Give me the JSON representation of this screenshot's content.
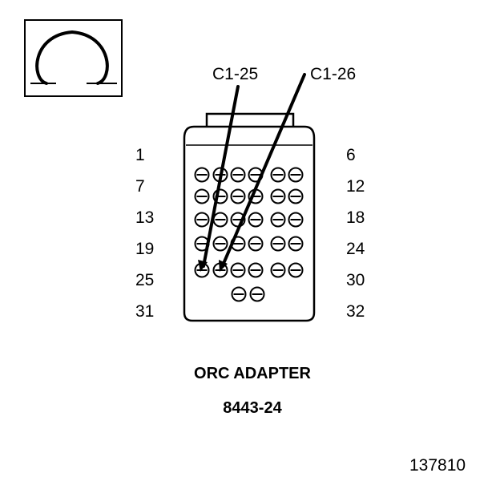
{
  "meter": {
    "symbol": "Ω",
    "name": "ohmmeter-icon"
  },
  "callouts": {
    "left": "C1-25",
    "right": "C1-26"
  },
  "pin_labels_left": [
    "1",
    "7",
    "13",
    "19",
    "25",
    "31"
  ],
  "pin_labels_right": [
    "6",
    "12",
    "18",
    "24",
    "30",
    "32"
  ],
  "adapter": {
    "name": "ORC ADAPTER",
    "part_number": "8443-24"
  },
  "connector": {
    "rows": [
      6,
      6,
      6,
      6,
      6,
      2
    ],
    "probed_pins": [
      "25",
      "26"
    ]
  },
  "figure_id": "137810"
}
